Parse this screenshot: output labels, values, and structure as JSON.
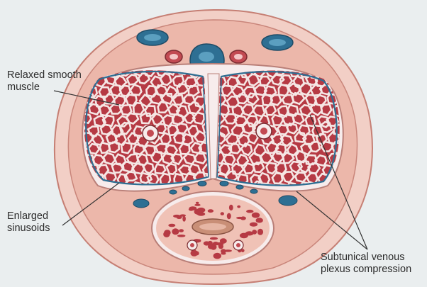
{
  "labels": {
    "relaxed_smooth_muscle": [
      "Relaxed smooth",
      "muscle"
    ],
    "enlarged_sinusoids": [
      "Enlarged",
      "sinusoids"
    ],
    "subtunical_venous_plexus": [
      "Subtunical venous",
      "plexus compression"
    ]
  },
  "colors": {
    "background": "#eaeeef",
    "skin": "#f2cfc6",
    "fascia": "#ecb7aa",
    "tunica": "#f7ecec",
    "tissue": "#b63a44",
    "trabeculae": "#f5e6e4",
    "vein": "#2e6f93",
    "vein_light": "#5b9fc0",
    "spongiosum": "#f0c2b6",
    "urethra": "#c98f77",
    "leader_line": "#333333"
  }
}
